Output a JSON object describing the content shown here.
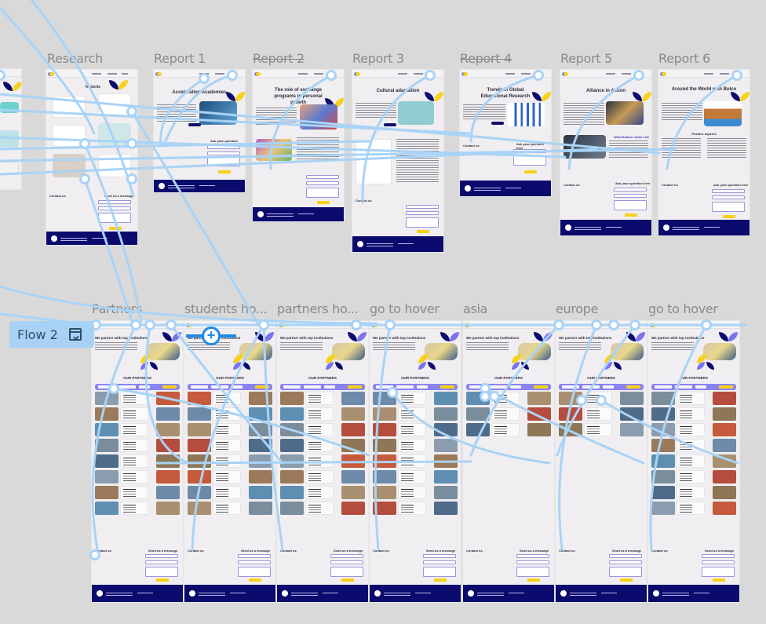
{
  "canvas": {
    "background": "#d9d9d9",
    "wire_color": "#a9d3f6",
    "accent_navy": "#0b0b6e",
    "accent_yellow": "#f6d21a",
    "accent_lavender": "#7b72f0"
  },
  "flow": {
    "label": "Flow 2",
    "icon": "flow-start-icon"
  },
  "top_row": {
    "frames": [
      {
        "label": "Research",
        "struck": false,
        "page_title": "Reports"
      },
      {
        "label": "Report 1",
        "struck": false,
        "page_title": "Acceleration Academies"
      },
      {
        "label": "Report 2",
        "struck": true,
        "page_title": "The role of exchange programs in personal growth"
      },
      {
        "label": "Report 3",
        "struck": false,
        "page_title": "Cultural adaptation"
      },
      {
        "label": "Report 4",
        "struck": true,
        "page_title": "Trends in Global Educational Research"
      },
      {
        "label": "Report 5",
        "struck": false,
        "page_title": "Alliance in Action"
      },
      {
        "label": "Report 6",
        "struck": false,
        "page_title": "Around the World with Bolco"
      }
    ]
  },
  "bottom_row": {
    "frames": [
      {
        "label": "Partners",
        "heading": "We partner with top institutions",
        "section": "OUR PARTNERS"
      },
      {
        "label": "students ho...",
        "heading": "We partner with top institutions",
        "section": "OUR PARTNERS"
      },
      {
        "label": "partners ho...",
        "heading": "We partner with top institutions",
        "section": "OUR PARTNERS"
      },
      {
        "label": "go to hover",
        "heading": "We partner with top institutions",
        "section": "OUR PARTNERS"
      },
      {
        "label": "asia",
        "heading": "We partner with top institutions",
        "section": "OUR PARTNERS"
      },
      {
        "label": "europe",
        "heading": "We partner with top institutions",
        "section": "OUR PARTNERS"
      },
      {
        "label": "go to hover",
        "heading": "We partner with top institutions",
        "section": "OUR PARTNERS"
      }
    ]
  },
  "common": {
    "contact_heading": "Contact us",
    "form_heading": "Send us a message",
    "ask_heading": "Ask your question here",
    "submit_label": "Submit",
    "positive_aspects": "Positive aspects",
    "what_action_looks_like": "What Action Looks Like"
  }
}
